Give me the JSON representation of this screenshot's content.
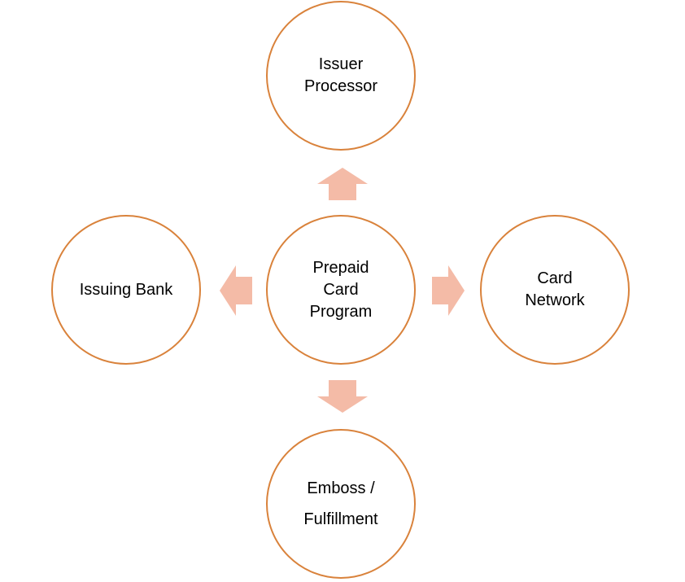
{
  "diagram": {
    "center": {
      "label": "Prepaid\nCard\nProgram"
    },
    "top": {
      "label": "Issuer\nProcessor"
    },
    "left": {
      "label": "Issuing Bank"
    },
    "right": {
      "label": "Card\nNetwork"
    },
    "bottom": {
      "label": "Emboss /\nFulfillment"
    }
  },
  "colors": {
    "circle_border": "#D9823B",
    "arrow_fill": "#F4BBA7"
  }
}
